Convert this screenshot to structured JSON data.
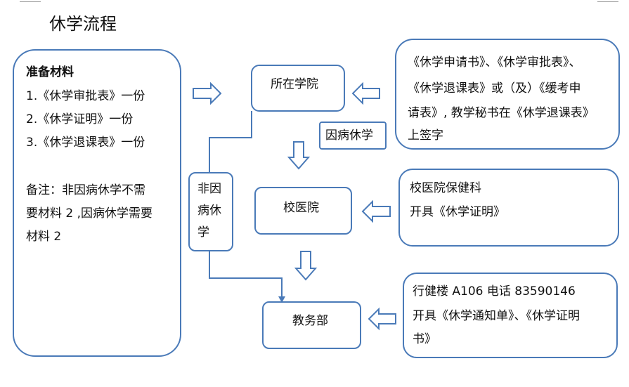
{
  "title": "休学流程",
  "materials": {
    "heading": "准备材料",
    "items": [
      "1.《休学审批表》一份",
      "2.《休学证明》一份",
      "3.《休学退课表》一份"
    ],
    "note_lines": [
      "备注：非因病休学不需",
      "要材料 2 ,因病休学需要",
      "材料 2"
    ]
  },
  "college": {
    "label": "所在学院"
  },
  "college_info": {
    "lines": [
      "《休学申请书》、《休学审批表》、",
      "《休学退课表》或（及）《缓考申",
      "请表》, 教学秘书在《休学退课表》",
      "上签字"
    ]
  },
  "sick_leave": {
    "label": "因病休学"
  },
  "nonsick_leave": {
    "lines": [
      "非因",
      "病休",
      "学"
    ]
  },
  "hospital": {
    "label": "校医院"
  },
  "hospital_info": {
    "lines": [
      "校医院保健科",
      "开具《休学证明》"
    ]
  },
  "academic_office": {
    "label": "教务部"
  },
  "office_info": {
    "lines": [
      "行健楼 A106  电话    83590146",
      "开具《休学通知单》、《休学证明",
      "书》"
    ]
  },
  "colors": {
    "border": "#4a7ab8",
    "arrow": "#4a7ab8",
    "line": "#4a7ab8"
  }
}
